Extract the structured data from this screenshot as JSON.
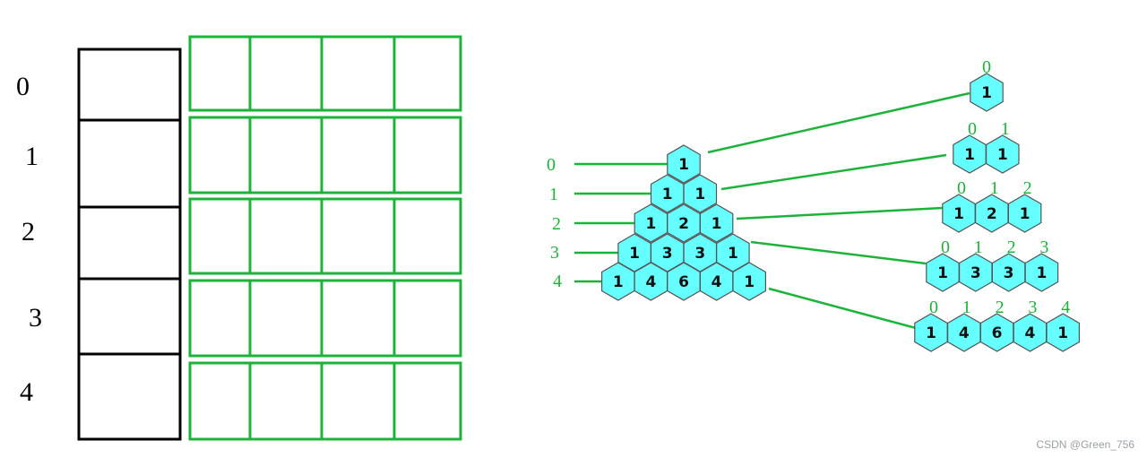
{
  "colors": {
    "green": "#1db33a",
    "hex_fill": "#66ffff",
    "hex_stroke": "#555555",
    "black": "#000000"
  },
  "left_row_labels": [
    "0",
    "1",
    "2",
    "3",
    "4"
  ],
  "triangle_row_labels": [
    "0",
    "1",
    "2",
    "3",
    "4"
  ],
  "pascal_rows": [
    [
      "1"
    ],
    [
      "1",
      "1"
    ],
    [
      "1",
      "2",
      "1"
    ],
    [
      "1",
      "3",
      "3",
      "1"
    ],
    [
      "1",
      "4",
      "6",
      "4",
      "1"
    ]
  ],
  "column_index_labels": [
    [
      "0"
    ],
    [
      "0",
      "1"
    ],
    [
      "0",
      "1",
      "2"
    ],
    [
      "0",
      "1",
      "2",
      "3"
    ],
    [
      "0",
      "1",
      "2",
      "3",
      "4"
    ]
  ],
  "watermark": "CSDN @Green_756"
}
